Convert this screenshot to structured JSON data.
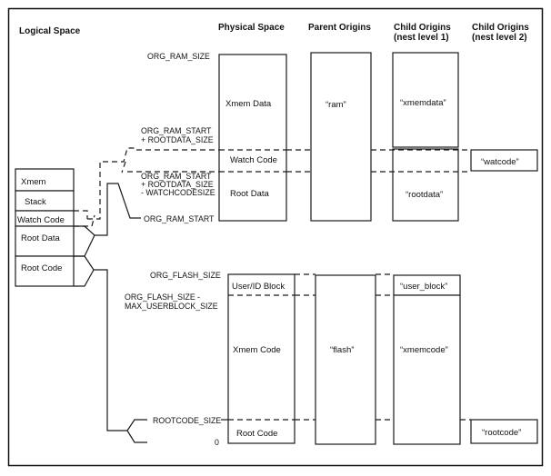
{
  "headers": {
    "logical": "Logical Space",
    "physical": "Physical Space",
    "parent": "Parent Origins",
    "child1_line1": "Child Origins",
    "child1_line2": "(nest level 1)",
    "child2_line1": "Child Origins",
    "child2_line2": "(nest level 2)"
  },
  "logical_space": [
    "Xmem",
    "Stack",
    "Watch Code",
    "Root Data",
    "Root Code"
  ],
  "ram": {
    "boundary_labels": {
      "top": "ORG_RAM_SIZE",
      "watch_top_1": "ORG_RAM_START",
      "watch_top_2": "+ ROOTDATA_SIZE",
      "root_top_1": "ORG_RAM_START",
      "root_top_2": "+ ROOTDATA_SIZE",
      "root_top_3": "- WATCHCODESIZE",
      "bottom": "ORG_RAM_START"
    },
    "physical": [
      "Xmem Data",
      "Watch Code",
      "Root Data"
    ],
    "parent": "“ram”",
    "child1": [
      "“xmemdata”",
      "“rootdata”"
    ],
    "child2": "“watcode”"
  },
  "flash": {
    "boundary_labels": {
      "top": "ORG_FLASH_SIZE",
      "user_1": "ORG_FLASH_SIZE -",
      "user_2": "MAX_USERBLOCK_SIZE",
      "rootcode": "ROOTCODE_SIZE",
      "zero": "0"
    },
    "physical": [
      "User/ID Block",
      "Xmem Code",
      "Root Code"
    ],
    "parent": "“flash”",
    "child1": [
      "“user_block”",
      "“xmemcode”"
    ],
    "child2": "“rootcode”"
  }
}
